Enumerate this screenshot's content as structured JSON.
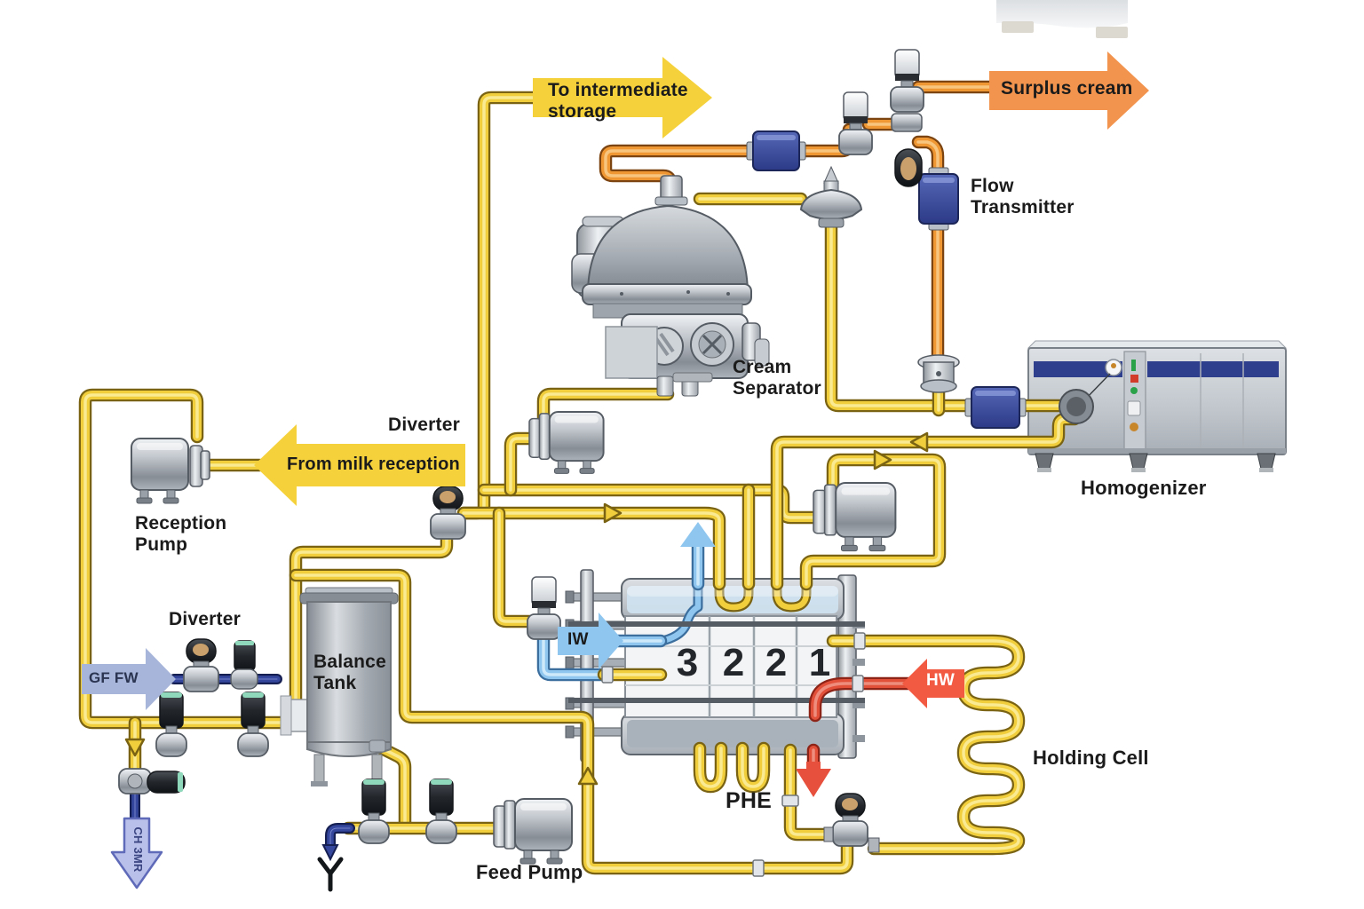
{
  "diagram_labels": {
    "to_intermediate_storage": "To intermediate storage",
    "surplus_cream": "Surplus cream",
    "flow_transmitter": "Flow Transmitter",
    "cream_separator": "Cream Separator",
    "homogenizer": "Homogenizer",
    "diverter_upper": "Diverter",
    "from_milk_reception": "From milk reception",
    "reception_pump": "Reception Pump",
    "diverter_lower": "Diverter",
    "gf_fw": "GF FW",
    "balance_tank": "Balance Tank",
    "iw": "IW",
    "hw": "HW",
    "holding_cell": "Holding Cell",
    "phe": "PHE",
    "feed_pump": "Feed Pump",
    "cip_return": "CH 3MR"
  },
  "phe_sections": [
    "3",
    "2",
    "2",
    "1"
  ],
  "colors": {
    "milk_pipe": "#f0ce3c",
    "cream_pipe": "#ef9733",
    "ice_water": "#8ec6ef",
    "hot_water": "#e2503a",
    "cip_blue": "#35479c",
    "instrument_blue": "#3d4f9e",
    "arrow_yellow": "#f5d23c",
    "arrow_orange": "#f2944e",
    "arrow_steel_blue": "#a7b5da",
    "arrow_periwinkle": "#b9c0ea",
    "arrow_red": "#f25a41"
  }
}
